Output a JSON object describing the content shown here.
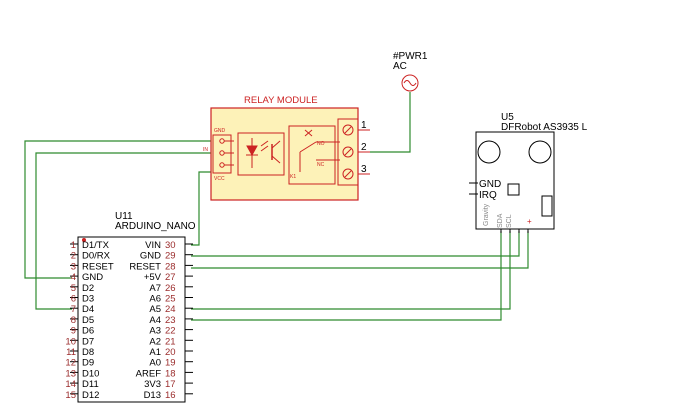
{
  "power": {
    "ref": "#PWR1",
    "type": "AC"
  },
  "relay": {
    "title": "RELAY MODULE",
    "in_pins": [
      "GND",
      "IN",
      "VCC"
    ],
    "out_pins": [
      "1",
      "2",
      "3"
    ],
    "contacts": [
      "NO",
      "NC"
    ],
    "coil": "K1"
  },
  "sensor": {
    "ref": "U5",
    "name": "DFRobot AS3935 L",
    "pins": [
      "GND",
      "IRQ"
    ],
    "side_text": "Gravity"
  },
  "nano": {
    "ref": "U11",
    "name": "ARDUINO_NANO",
    "left_pins": [
      {
        "num": "1",
        "label": "D1/TX"
      },
      {
        "num": "2",
        "label": "D0/RX"
      },
      {
        "num": "3",
        "label": "RESET"
      },
      {
        "num": "4",
        "label": "GND"
      },
      {
        "num": "5",
        "label": "D2"
      },
      {
        "num": "6",
        "label": "D3"
      },
      {
        "num": "7",
        "label": "D4"
      },
      {
        "num": "8",
        "label": "D5"
      },
      {
        "num": "9",
        "label": "D6"
      },
      {
        "num": "10",
        "label": "D7"
      },
      {
        "num": "11",
        "label": "D8"
      },
      {
        "num": "12",
        "label": "D9"
      },
      {
        "num": "13",
        "label": "D10"
      },
      {
        "num": "14",
        "label": "D11"
      },
      {
        "num": "15",
        "label": "D12"
      }
    ],
    "right_pins": [
      {
        "num": "30",
        "label": "VIN"
      },
      {
        "num": "29",
        "label": "GND"
      },
      {
        "num": "28",
        "label": "RESET"
      },
      {
        "num": "27",
        "label": "+5V"
      },
      {
        "num": "26",
        "label": "A7"
      },
      {
        "num": "25",
        "label": "A6"
      },
      {
        "num": "24",
        "label": "A5"
      },
      {
        "num": "23",
        "label": "A4"
      },
      {
        "num": "22",
        "label": "A3"
      },
      {
        "num": "21",
        "label": "A2"
      },
      {
        "num": "20",
        "label": "A1"
      },
      {
        "num": "19",
        "label": "A0"
      },
      {
        "num": "18",
        "label": "AREF"
      },
      {
        "num": "17",
        "label": "3V3"
      },
      {
        "num": "16",
        "label": "D13"
      }
    ]
  },
  "colors": {
    "wire": "#2e8b2e",
    "relay": "#cc2222",
    "relay_fill": "#fdf2b8",
    "component": "#000000"
  }
}
